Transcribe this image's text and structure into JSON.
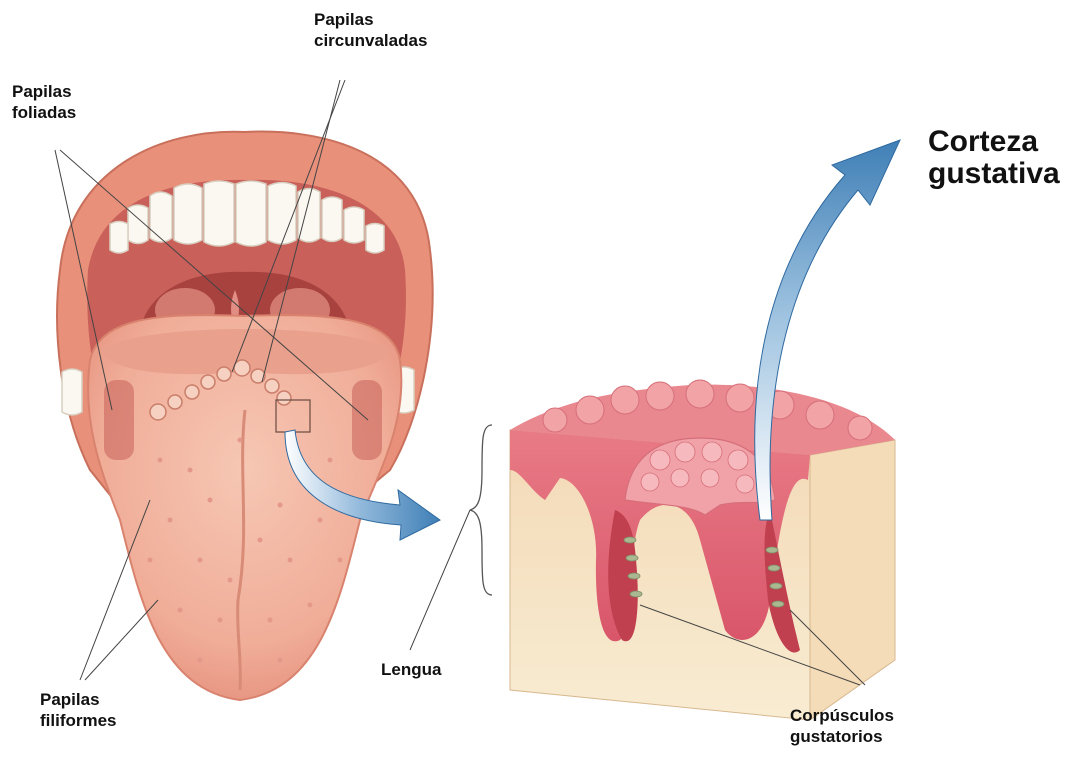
{
  "labels": {
    "papilas_circunvaladas": {
      "line1": "Papilas",
      "line2": "circunvaladas"
    },
    "papilas_foliadas": {
      "line1": "Papilas",
      "line2": "foliadas"
    },
    "papilas_filiformes": {
      "line1": "Papilas",
      "line2": "filiformes"
    },
    "lengua": "Lengua",
    "corpusculos_gustatorios": {
      "line1": "Corpúsculos",
      "line2": "gustatorios"
    },
    "corteza_gustativa": {
      "line1": "Corteza",
      "line2": "gustativa"
    }
  },
  "colors": {
    "lip": "#e8907a",
    "tongue": "#f2b5a0",
    "mouth_interior": "#c9605a",
    "teeth": "#fbf8f2",
    "tissue_pink": "#e06a78",
    "tissue_cream": "#f6e6c2",
    "arrow_blue": "#3f7fb6"
  }
}
